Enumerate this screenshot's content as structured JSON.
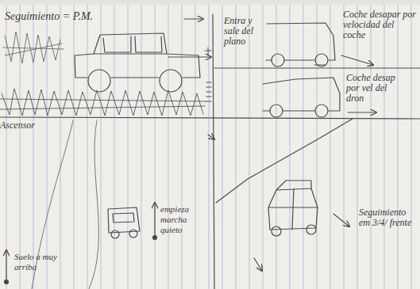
{
  "diagram": {
    "labels": [
      "Seguimiento = P.M.",
      "Entra y sale del plano",
      "Coche desapar por velocidad del coche",
      "Coche desap por vel del dron",
      "Ascensor",
      "empieza marcha quieto",
      "Suelo a muy arriba",
      "Seguimiento em 3/4/ frente"
    ]
  }
}
